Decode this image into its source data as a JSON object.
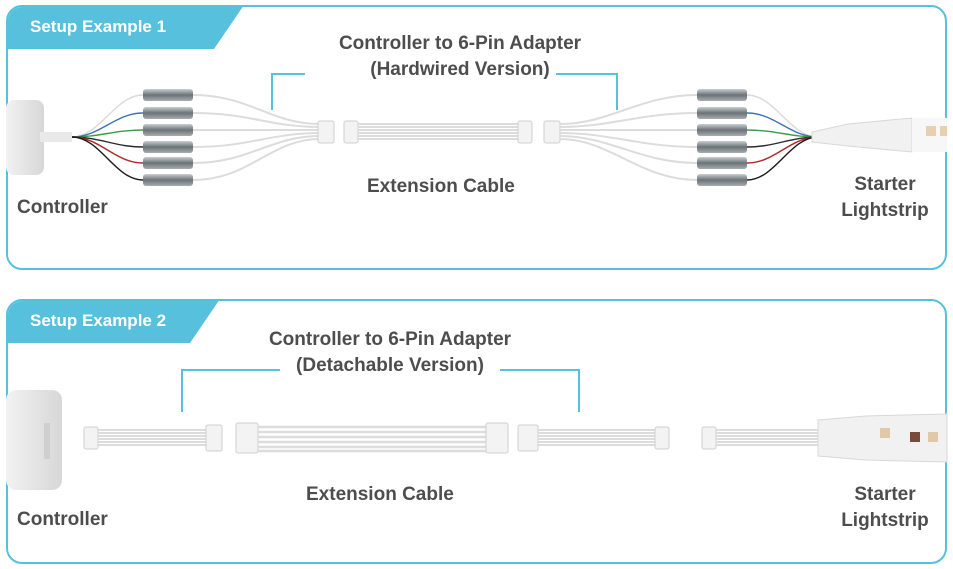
{
  "diagram": {
    "setup1": {
      "tab": "Setup Example 1",
      "adapter_line1": "Controller to 6-Pin Adapter",
      "adapter_line2": "(Hardwired Version)",
      "extension": "Extension Cable",
      "controller": "Controller",
      "starter_line1": "Starter",
      "starter_line2": "Lightstrip"
    },
    "setup2": {
      "tab": "Setup Example 2",
      "adapter_line1": "Controller to 6-Pin Adapter",
      "adapter_line2": "(Detachable Version)",
      "extension": "Extension Cable",
      "controller": "Controller",
      "starter_line1": "Starter",
      "starter_line2": "Lightstrip"
    },
    "colors": {
      "accent": "#56c0dd",
      "text": "#4d4d4d",
      "wires": [
        "#d9d9d9",
        "#3b6fb6",
        "#3f9a4a",
        "#2a2a2a",
        "#b0282a",
        "#1a1a1a"
      ]
    }
  }
}
